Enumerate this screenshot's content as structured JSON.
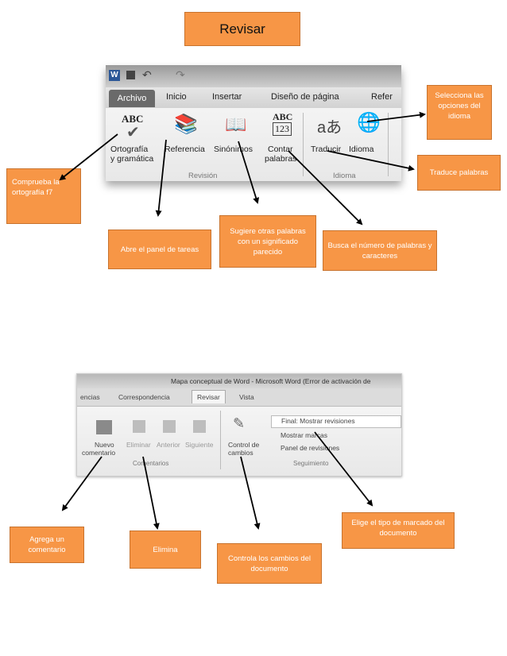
{
  "title": "Revisar",
  "ribbon1": {
    "tabs": [
      "Archivo",
      "Inicio",
      "Insertar",
      "Diseño de página",
      "Refer"
    ],
    "buttons": {
      "spelling": [
        "Ortografía",
        "y gramática"
      ],
      "research": "Referencia",
      "thesaurus": "Sinónimos",
      "wordcount": [
        "Contar",
        "palabras"
      ],
      "translate": "Traducir",
      "language": "Idioma"
    },
    "icons": {
      "abc": "ABC",
      "num": "123",
      "trans": "aあ"
    },
    "groups": [
      "Revisión",
      "Idioma"
    ]
  },
  "ribbon2": {
    "window_title": "Mapa conceptual de Word - Microsoft Word (Error de activación de",
    "tabs": [
      "encias",
      "Correspondencia",
      "Revisar",
      "Vista"
    ],
    "buttons": {
      "new_comment": [
        "Nuevo",
        "comentario"
      ],
      "delete": "Eliminar",
      "previous": "Anterior",
      "next": "Siguiente",
      "track": [
        "Control de",
        "cambios"
      ],
      "final": "Final: Mostrar revisiones",
      "markup": "Mostrar marcas",
      "panel": "Panel de revisiones"
    },
    "groups": [
      "Comentarios",
      "Seguimiento"
    ]
  },
  "notes": {
    "spelling": "Comprueba la ortografía f7",
    "research": "Abre el panel de tareas",
    "thesaurus": "Sugiere otras palabras con un significado parecido",
    "wordcount": "Busca el número de palabras y caracteres",
    "language": "Selecciona las opciones del idioma",
    "translate": "Traduce palabras",
    "new_comment": "Agrega un comentario",
    "delete": "Elimina",
    "track": "Controla los cambios del documento",
    "markup": "Elige el tipo de marcado del documento"
  }
}
